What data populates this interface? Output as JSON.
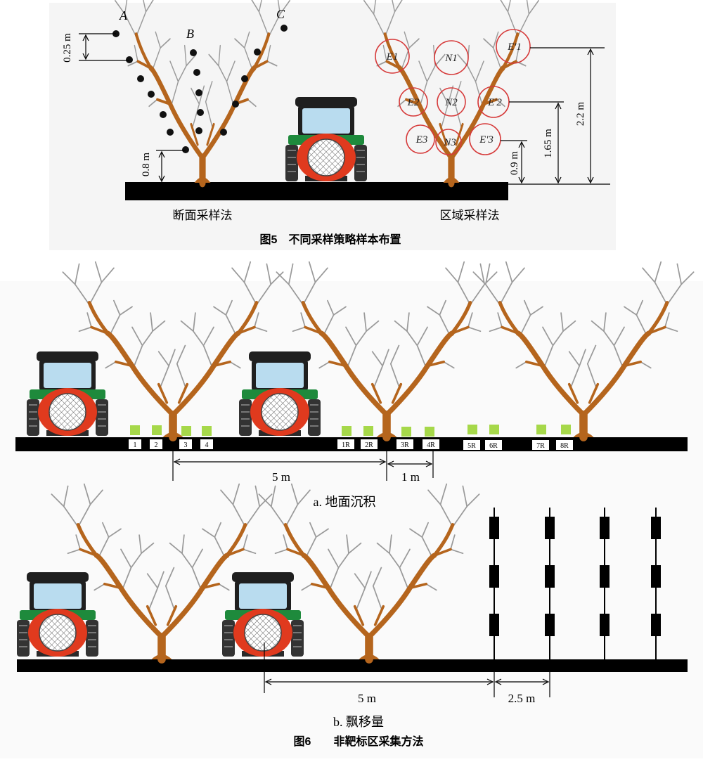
{
  "figure5": {
    "tree_labels": [
      "A",
      "B",
      "C"
    ],
    "dims_left": [
      "0.25 m",
      "0.8 m"
    ],
    "dims_right": [
      "0.9 m",
      "1.65 m",
      "2.2 m"
    ],
    "zones": [
      "E1",
      "N1",
      "E'1",
      "E2",
      "N2",
      "E'2",
      "E3",
      "N3",
      "E'3"
    ],
    "method_left": "断面采样法",
    "method_right": "区域采样法",
    "caption": "图5　不同采样策略样本布置"
  },
  "figure6": {
    "ground_labels": [
      "1",
      "2",
      "3",
      "4",
      "1R",
      "2R",
      "3R",
      "4R",
      "5R",
      "6R",
      "7R",
      "8R"
    ],
    "dims_a": [
      "5 m",
      "1 m"
    ],
    "subcaption_a": "a. 地面沉积",
    "dims_b": [
      "5 m",
      "2.5 m"
    ],
    "subcaption_b": "b. 飘移量",
    "caption": "图6　　非靶标区采集方法"
  },
  "colors": {
    "trunk": "#b5651d",
    "twig": "#9a9a9a",
    "ground": "#000000",
    "tractor_green": "#1e8a3c",
    "tractor_red": "#e03a1e",
    "tractor_cab": "#b9dcef",
    "sample_green": "#a6d84a",
    "zone_red": "#d63a3a",
    "panel_bg": "#f5f5f5"
  },
  "icons": [
    "tree-icon",
    "tractor-icon",
    "sample-point-icon",
    "collector-pole-icon"
  ]
}
